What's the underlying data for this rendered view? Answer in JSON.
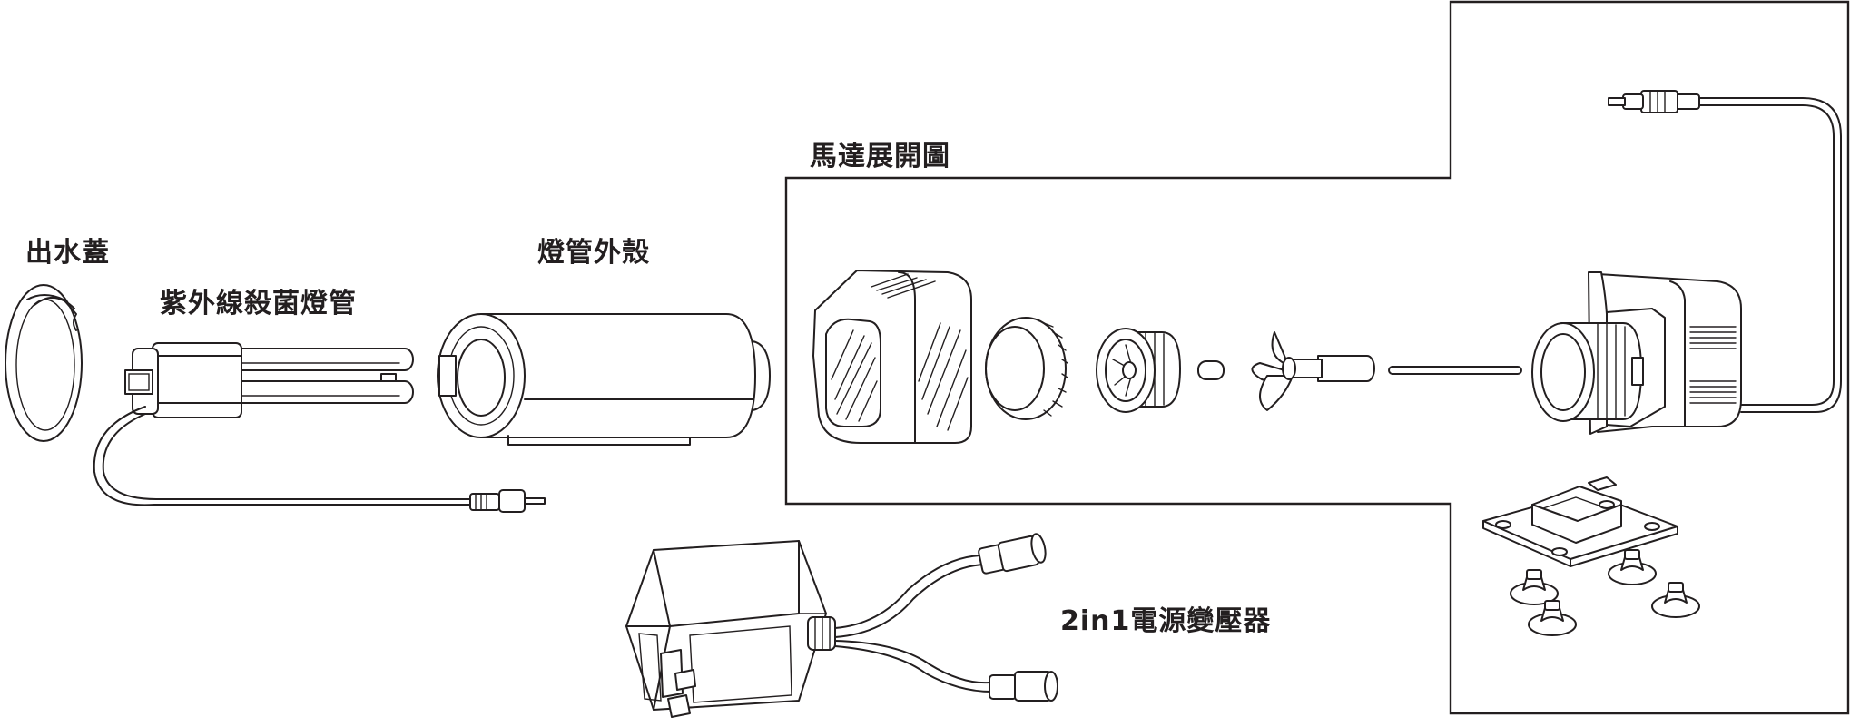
{
  "labels": {
    "outlet_cap": "出水蓋",
    "uv_lamp": "紫外線殺菌燈管",
    "lamp_housing": "燈管外殼",
    "motor_exploded": "馬達展開圖",
    "adapter": "2in1電源變壓器"
  },
  "colors": {
    "line": "#231f20",
    "background": "#ffffff"
  }
}
